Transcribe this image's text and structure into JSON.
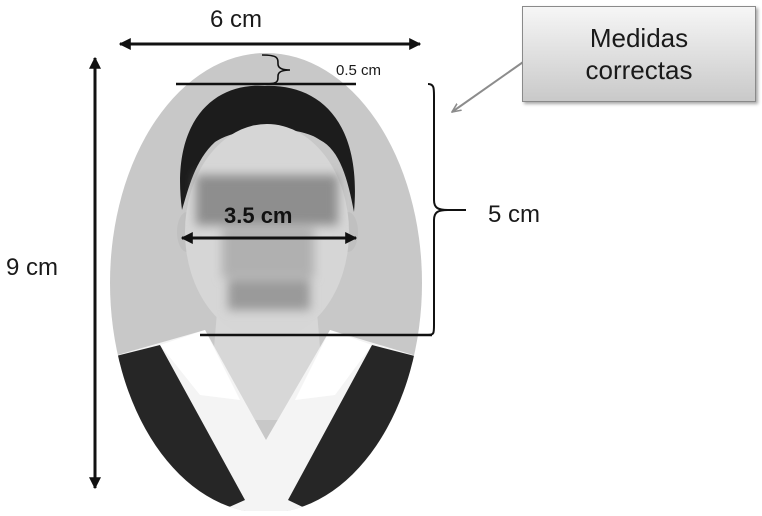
{
  "labels": {
    "photo_width": "6 cm",
    "photo_height": "9 cm",
    "top_margin": "0.5 cm",
    "face_height": "5 cm",
    "eye_width": "3.5 cm"
  },
  "callout": {
    "line1": "Medidas",
    "line2": "correctas"
  },
  "colors": {
    "background": "#ffffff",
    "oval_background": "#c8c8c8",
    "arrow": "#111111",
    "callout_fill_top": "#f6f6f6",
    "callout_fill_bottom": "#c9c9c9",
    "callout_pointer": "#8c8c8c"
  }
}
